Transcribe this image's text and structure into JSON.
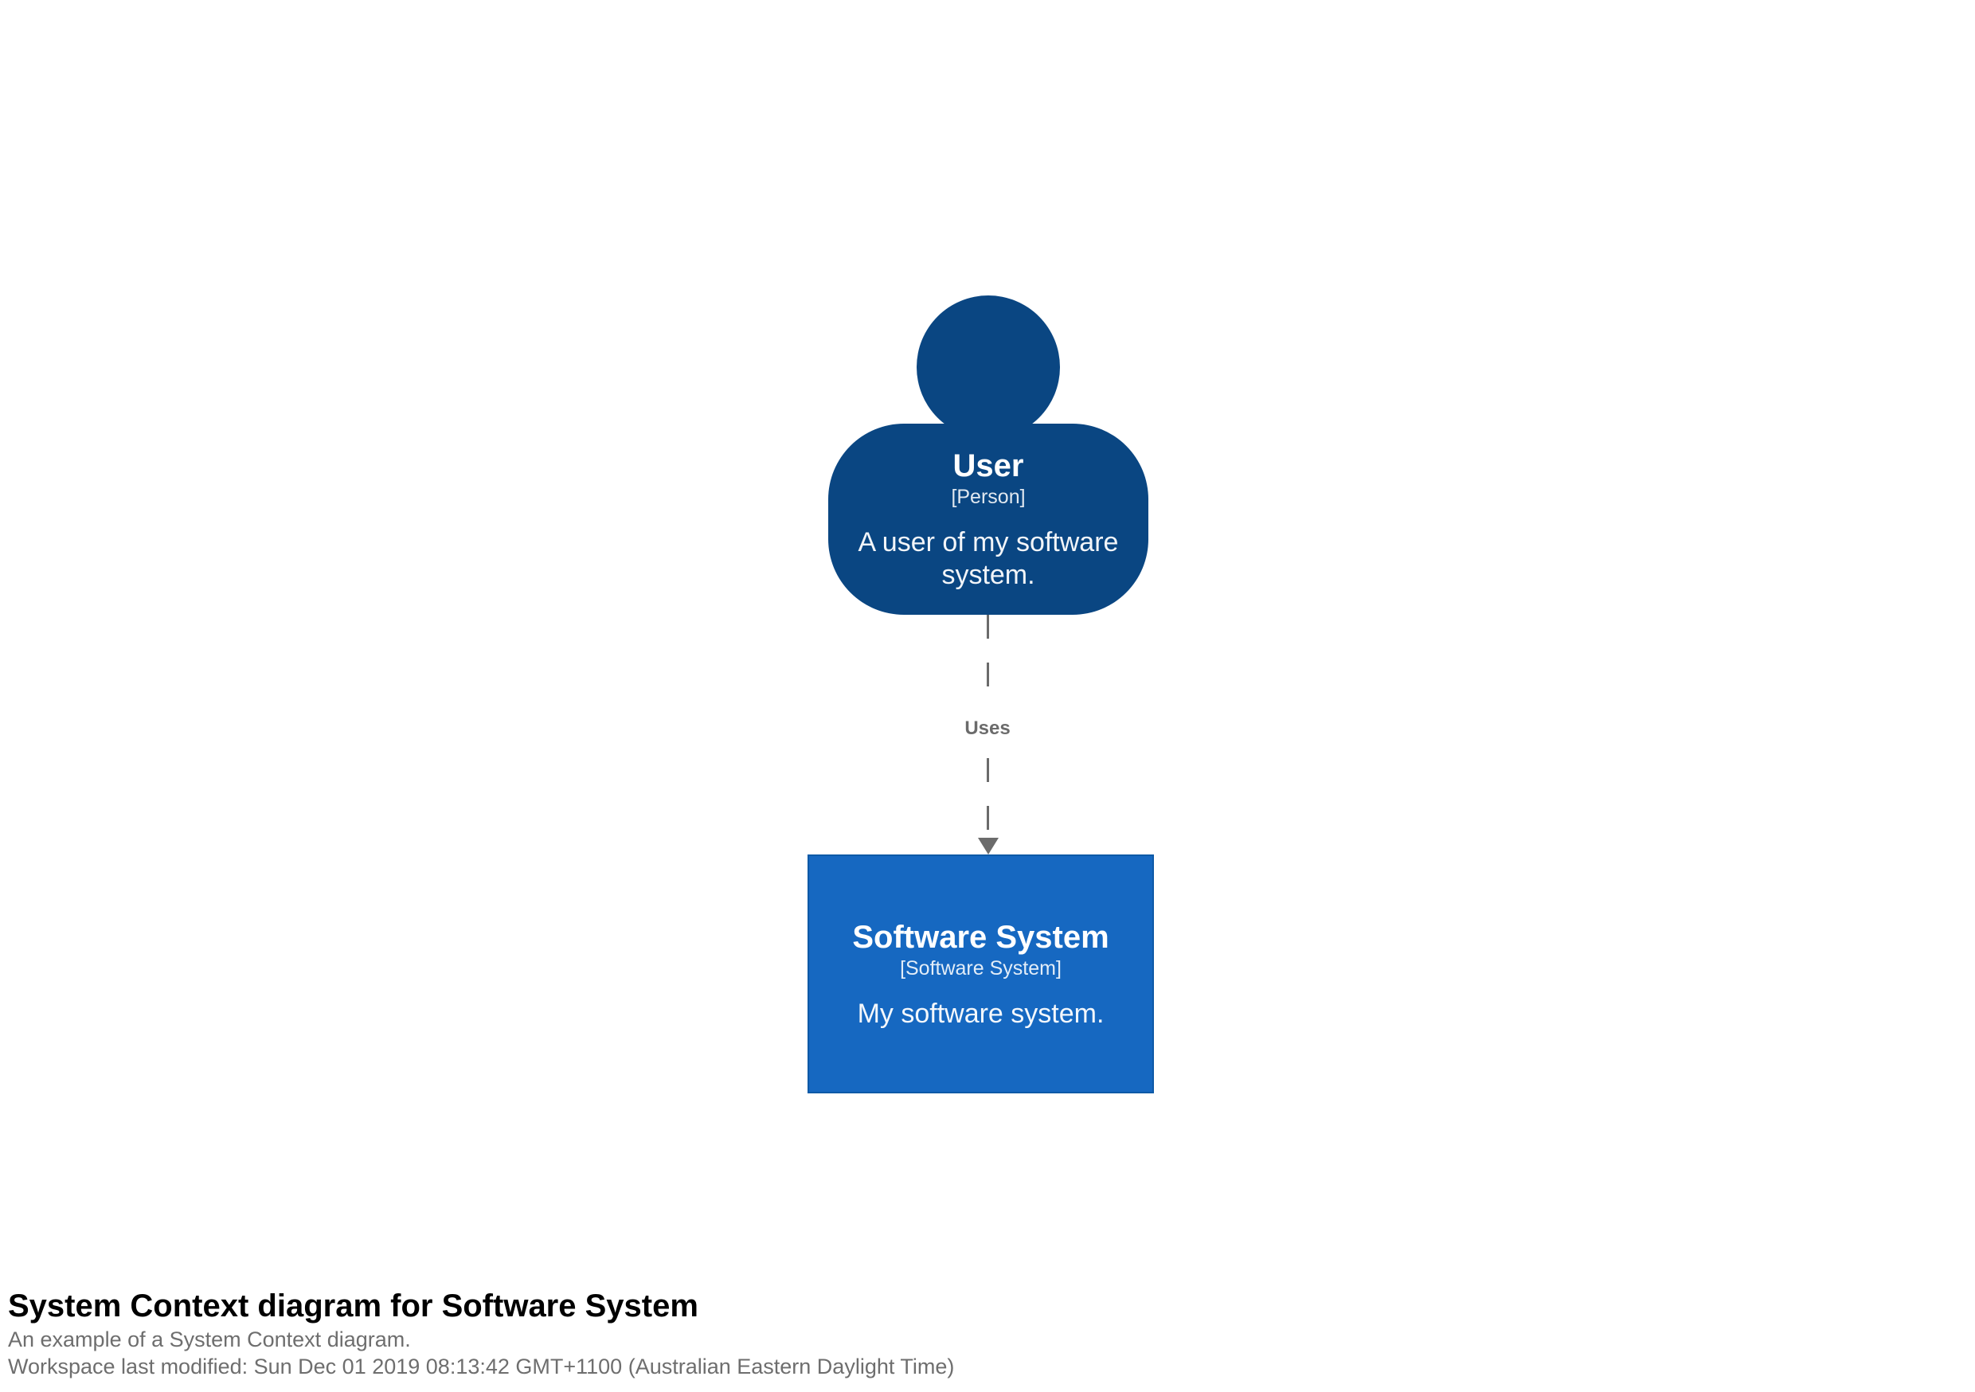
{
  "diagram": {
    "person": {
      "name": "User",
      "metadata": "[Person]",
      "description": "A user of my software system.",
      "fill_color": "#0a4682"
    },
    "relationship": {
      "label": "Uses",
      "color": "#6b6b6b",
      "style": "dashed",
      "direction": "person-to-software-system"
    },
    "software_system": {
      "name": "Software System",
      "metadata": "[Software System]",
      "description": "My software system.",
      "fill_color": "#1668c1",
      "border_color": "#0e5aa7"
    }
  },
  "footer": {
    "title": "System Context diagram for Software System",
    "subtitle": "An example of a System Context diagram.",
    "last_modified": "Workspace last modified: Sun Dec 01 2019 08:13:42 GMT+1100 (Australian Eastern Daylight Time)"
  }
}
